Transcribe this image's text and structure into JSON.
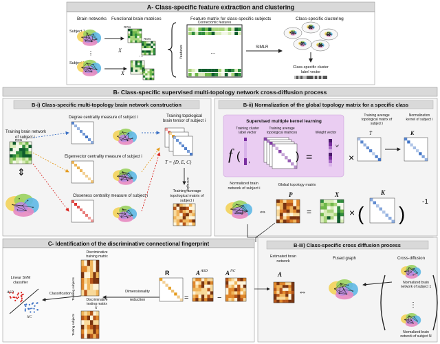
{
  "sectionA": {
    "title": "A- Class-specific feature extraction and clustering",
    "brain_networks": "Brain networks",
    "functional_matrices": "Functional brain matrices",
    "feature_matrix": "Feature matrix for class-specific subjects",
    "class_clustering": "Class-specific clustering",
    "subject1": "Subject 1",
    "subjectN": "Subject N",
    "rois": "ROIs",
    "x1": "X",
    "xn": "X",
    "connectomic": "Connectomic features",
    "features": "features",
    "simlr": "SIMLR",
    "cluster_vec_1": "Class-specific cluster",
    "cluster_vec_2": "label vector",
    "dots": "..."
  },
  "sectionB": {
    "title": "B- Class-specific supervised multi-topology network cross-diffusion process",
    "bi_title": "B-i) Class-specific multi-topology brain network construction",
    "bii_title": "B-ii) Normalization of the global topology matrix for a specific class",
    "biii_title": "B-iii) Class-specific cross diffusion process",
    "training_net_1": "Training brain network",
    "training_net_2": "of subject i",
    "degree": "Degree centrality measure of subject i",
    "eigen": "Eigenvector centrality measure of subject i",
    "close": "Closeness centrality measure of subject i",
    "tensor_1": "Training topological",
    "tensor_2": "brain tensor of subject i",
    "tensor_formula": "T = {D, E, C}",
    "averaging": "averaging",
    "avg_1": "Training average",
    "avg_2": "topological matrix of",
    "avg_3": "subject i",
    "supervised": "Supervised multiple kernel learning",
    "train_cluster_1": "Training cluster",
    "train_cluster_2": "label vector",
    "train_avg_1": "Training average",
    "train_avg_2": "topological matrices",
    "weight_vec": "Weight vector",
    "f_symbol": "f",
    "w_symbol": "w",
    "ta_1": "Training average",
    "ta_2": "topological matrix of",
    "ta_3": "subject i",
    "nk_1": "Normalization",
    "nk_2": "kernel of subject i",
    "norm_1": "Normalized brain",
    "norm_2": "network of subject i",
    "gtm": "Global topology matrix",
    "p_symbol": "P",
    "x_symbol": "X",
    "k_symbol": "K",
    "minus_one": "-1",
    "est_1": "Estimated brain",
    "est_2": "network",
    "a_symbol": "A",
    "fused": "Fused graph",
    "cross": "Cross-diffusion",
    "nb1_1": "Normalized brain",
    "nb1_2": "network of subject 1",
    "nbN_1": "Normalized brain",
    "nbN_2": "network of subject N"
  },
  "sectionC": {
    "title": "C- Identification of the discriminative connectional fingerprint",
    "svm_1": "Linear SVM",
    "svm_2": "classifier",
    "asd": "ASD",
    "nc": "NC",
    "classification": "Classification",
    "disc_train_1": "Discriminative",
    "disc_train_2": "training matrix",
    "disc_test_1": "Discriminative",
    "disc_test_2": "testing matrix",
    "training_subjects": "Training subjects",
    "testing_subjects": "Testing subjects",
    "dim_1": "Dimensionality",
    "dim_2": "reduction",
    "r_symbol": "R",
    "aasd": "A",
    "anc": "A",
    "asd_sup": "ASD",
    "nc_sup": "NC",
    "nr": "N",
    "ns": "N",
    "minus": "−",
    "equals": "="
  }
}
